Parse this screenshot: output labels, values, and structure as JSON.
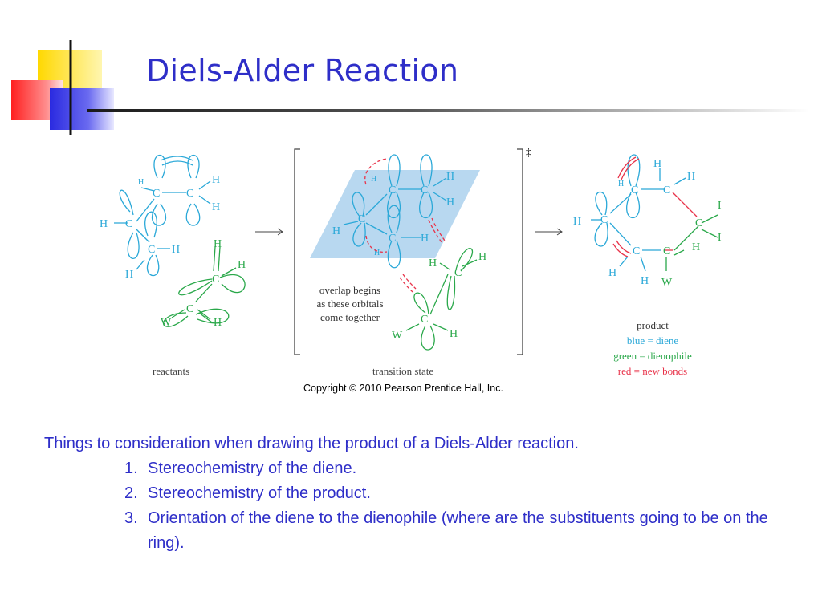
{
  "slide": {
    "title": "Diels-Alder Reaction",
    "accent_colors": {
      "yellow": "#ffd800",
      "red": "#ff3030",
      "blue": "#2e2ee0",
      "text": "#2e2ec8"
    }
  },
  "figure": {
    "caption_reactants": "reactants",
    "caption_transition": "transition state",
    "caption_product": "product",
    "legend": {
      "blue": "blue = diene",
      "green": "green = dienophile",
      "red": "red = new bonds"
    },
    "overlap_note": [
      "overlap begins",
      "as these orbitals",
      "come together"
    ],
    "double_dagger": "‡",
    "atom_labels": {
      "carbon": "C",
      "hydrogen": "H",
      "substituent": "W"
    },
    "colors": {
      "diene": "#2aa8d8",
      "dienophile": "#2aa84a",
      "new_bond": "#e8334a",
      "plane": "#b8d8f0"
    },
    "copyright": "Copyright © 2010 Pearson Prentice Hall, Inc."
  },
  "notes": {
    "intro": "Things to consideration when drawing the product of a Diels-Alder reaction.",
    "items": [
      {
        "num": "1.",
        "text": "Stereochemistry of the diene."
      },
      {
        "num": "2.",
        "text": "Stereochemistry of the product."
      },
      {
        "num": "3.",
        "text": "Orientation of the diene to the dienophile (where are the substituents going to be on the ring)."
      }
    ]
  }
}
